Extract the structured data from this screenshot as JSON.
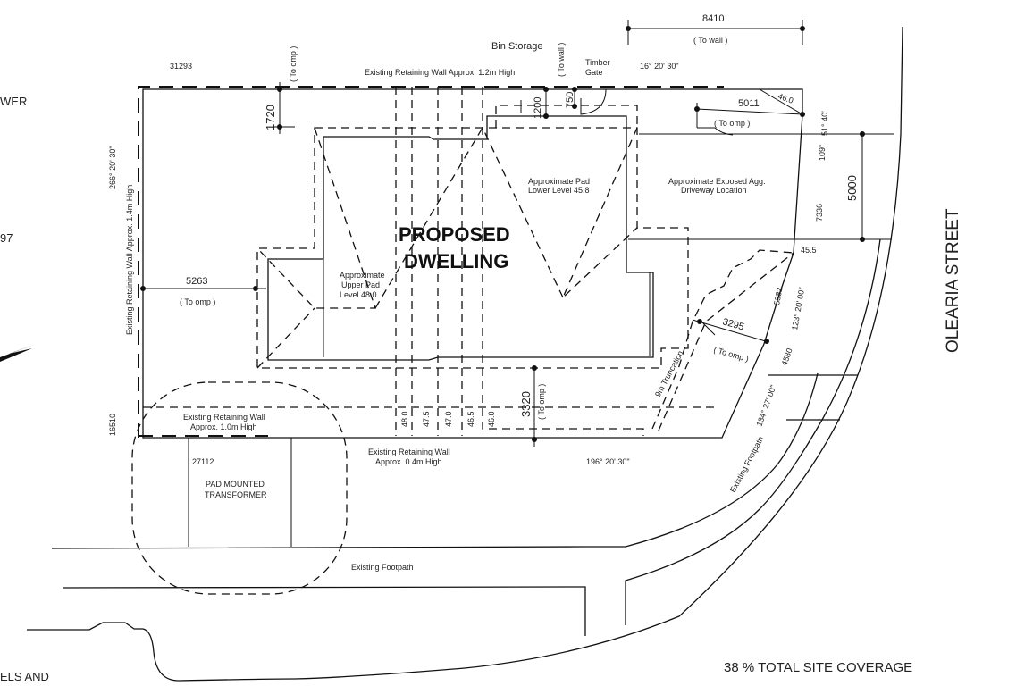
{
  "left_edge": {
    "fragment_1": "WER",
    "fragment_2": "97",
    "fragment_3": "ELS AND"
  },
  "lot": {
    "lot_number_top": "31293",
    "lot_number_bottom": "27112",
    "lot_number_left": "16510",
    "bearing_left": "266°  20'  30\"",
    "bearing_top": "16°  20'  30\"",
    "bearing_bottom": "196°  20'  30\"",
    "bearing_right_top": "51°  40'",
    "bearing_right_mid": "109°",
    "length_right_mid": "7336",
    "bearing_corner": "123°  20'  00\"",
    "length_corner": "5382",
    "bearing_right_low": "134°  27'  00\"",
    "length_right_low": "4580"
  },
  "labels": {
    "retaining_top": "Existing Retaining Wall Approx. 1.2m High",
    "retaining_left": "Existing Retaining Wall Approx. 1.4m High",
    "retaining_bottom_left_1": "Existing Retaining Wall",
    "retaining_bottom_left_2": "Approx. 1.0m High",
    "retaining_bottom_1": "Existing Retaining Wall",
    "retaining_bottom_2": "Approx. 0.4m High",
    "bin_storage": "Bin Storage",
    "timber_gate_1": "Timber",
    "timber_gate_2": "Gate",
    "upper_pad_1": "Approximate",
    "upper_pad_2": "Upper Pad",
    "upper_pad_3": "Level 48.0",
    "lower_pad_1": "Approximate Pad",
    "lower_pad_2": "Lower Level 45.8",
    "driveway_1": "Approximate Exposed Agg.",
    "driveway_2": "Driveway Location",
    "dwelling_1": "PROPOSED",
    "dwelling_2": "DWELLING",
    "truncation": "9m Truncation",
    "transformer_1": "PAD MOUNTED",
    "transformer_2": "TRANSFORMER",
    "footpath_bottom": "Existing Footpath",
    "footpath_right": "Existing Footpath",
    "street": "OLEARIA   STREET",
    "level_46": "46.0",
    "level_455": "45.5",
    "coverage": "38 % TOTAL SITE COVERAGE"
  },
  "contours": [
    "48.0",
    "47.5",
    "47.0",
    "46.5",
    "46.0"
  ],
  "dimensions": {
    "d8410": "8410",
    "d8410_note": "( To wall )",
    "d1720": "1720",
    "d1720_note": "( To omp )",
    "d1200": "1200",
    "d1200_note": "( To wall )",
    "d750": "750",
    "d5011": "5011",
    "d5011_note": "( To omp )",
    "d5000": "5000",
    "d5263": "5263",
    "d5263_note": "( To omp )",
    "d3320": "3320",
    "d3320_note": "( To omp )",
    "d3295": "3295",
    "d3295_note": "( To omp )"
  }
}
